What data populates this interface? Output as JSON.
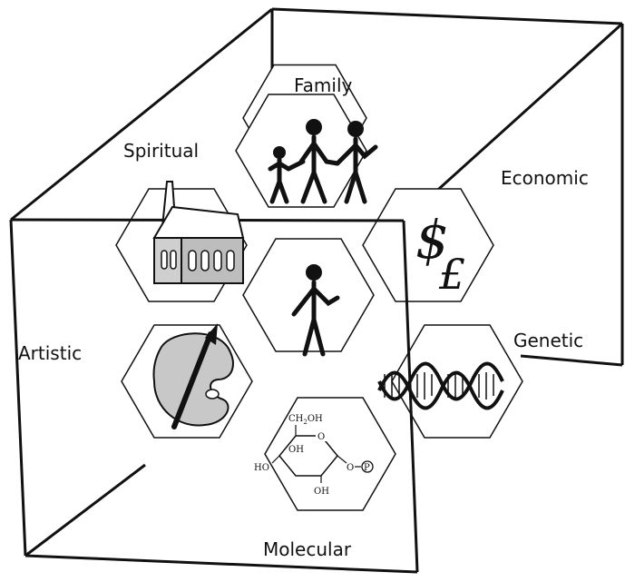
{
  "diagram": {
    "labels": {
      "family": "Family",
      "spiritual": "Spiritual",
      "economic": "Economic",
      "artistic": "Artistic",
      "genetic": "Genetic",
      "molecular": "Molecular"
    },
    "molecule": {
      "ch2oh": "CH",
      "ch2oh_sub": "2",
      "ch2oh_tail": "OH",
      "ring_o": "O",
      "oh_inner": "OH",
      "ho_left": "HO",
      "o_right": "O",
      "phosphate": "P",
      "oh_bottom": "OH"
    },
    "currency": {
      "dollar": "$",
      "pound": "£"
    },
    "icons": {
      "family": "family-figures-icon",
      "spiritual": "church-icon",
      "economic": "currency-icon",
      "artistic": "palette-icon",
      "genetic": "dna-helix-icon",
      "molecular": "glucose-molecule-icon",
      "center": "person-icon"
    }
  }
}
